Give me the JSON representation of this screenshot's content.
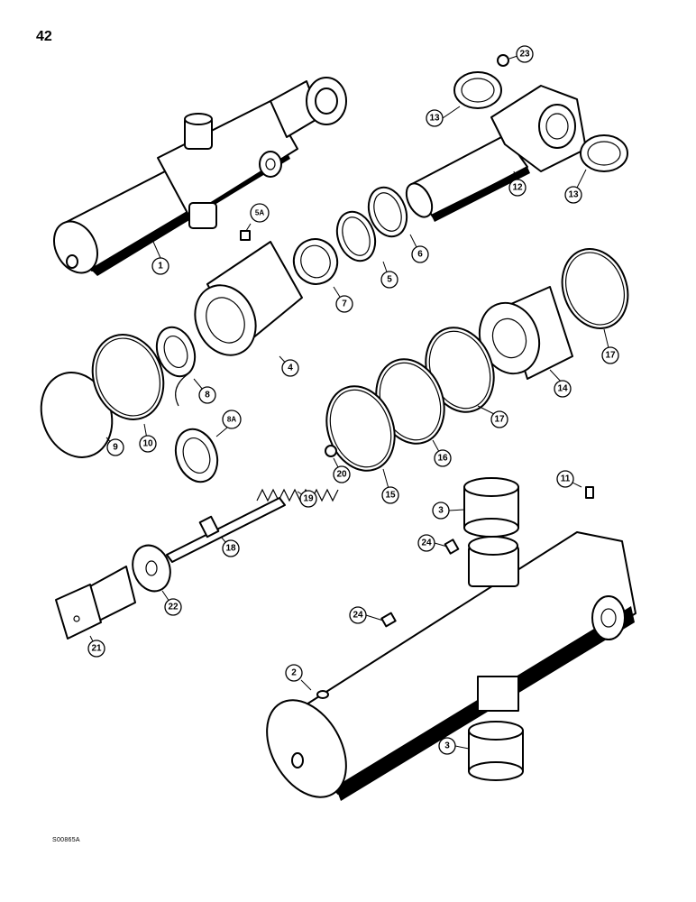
{
  "page_number": "42",
  "figure_code": "S00865A",
  "callouts": [
    {
      "id": "c1",
      "label": "1"
    },
    {
      "id": "c2",
      "label": "2"
    },
    {
      "id": "c3a",
      "label": "3"
    },
    {
      "id": "c3b",
      "label": "3"
    },
    {
      "id": "c4",
      "label": "4"
    },
    {
      "id": "c5",
      "label": "5"
    },
    {
      "id": "c5a",
      "label": "5A"
    },
    {
      "id": "c6",
      "label": "6"
    },
    {
      "id": "c7",
      "label": "7"
    },
    {
      "id": "c8",
      "label": "8"
    },
    {
      "id": "c8a",
      "label": "8A"
    },
    {
      "id": "c9",
      "label": "9"
    },
    {
      "id": "c10",
      "label": "10"
    },
    {
      "id": "c11",
      "label": "11"
    },
    {
      "id": "c12",
      "label": "12"
    },
    {
      "id": "c13a",
      "label": "13"
    },
    {
      "id": "c13b",
      "label": "13"
    },
    {
      "id": "c14",
      "label": "14"
    },
    {
      "id": "c15",
      "label": "15"
    },
    {
      "id": "c16",
      "label": "16"
    },
    {
      "id": "c17a",
      "label": "17"
    },
    {
      "id": "c17b",
      "label": "17"
    },
    {
      "id": "c18",
      "label": "18"
    },
    {
      "id": "c19",
      "label": "19"
    },
    {
      "id": "c20",
      "label": "20"
    },
    {
      "id": "c21",
      "label": "21"
    },
    {
      "id": "c22",
      "label": "22"
    },
    {
      "id": "c23",
      "label": "23"
    },
    {
      "id": "c24a",
      "label": "24"
    },
    {
      "id": "c24b",
      "label": "24"
    }
  ]
}
